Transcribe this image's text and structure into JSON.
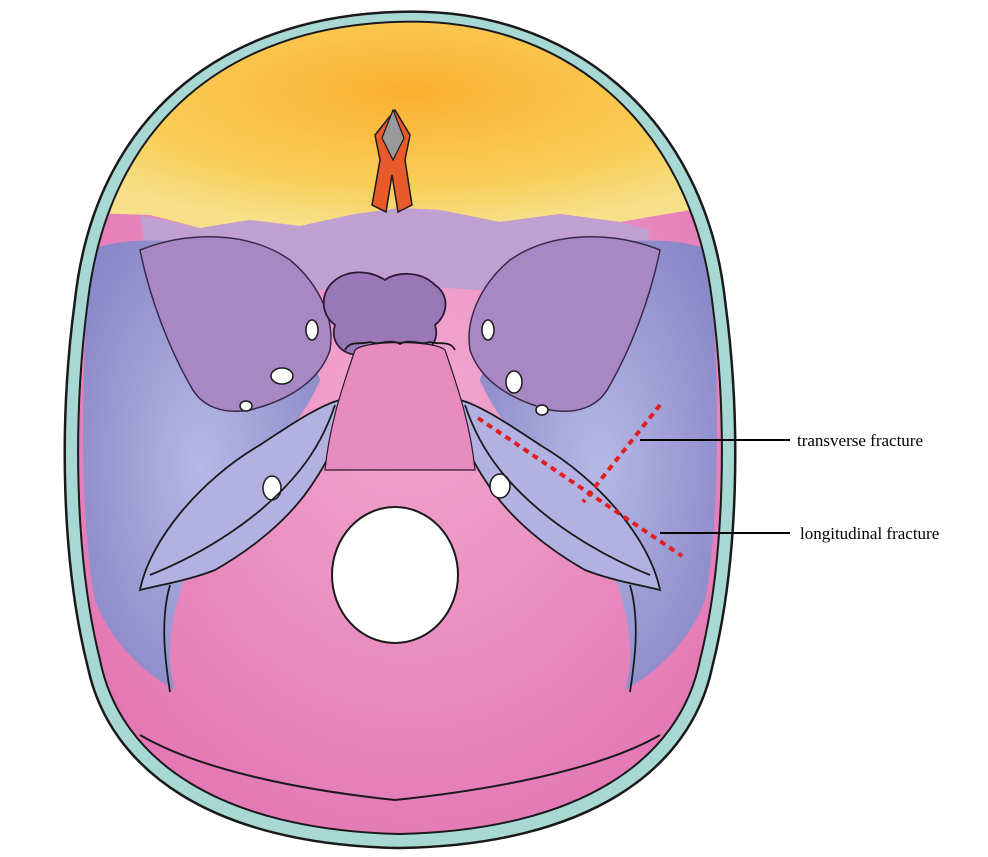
{
  "labels": {
    "transverse": "transverse fracture",
    "longitudinal": "longitudinal fracture"
  },
  "colors": {
    "frontal_bone": "#f9cf5a",
    "outer_table": "#a8d8d4",
    "middle_fossa": "#9a98d2",
    "sphenoid": "#a888c4",
    "occipital": "#e88cc0",
    "fracture_line": "#e02020",
    "leader_line": "#000000",
    "crista_galli": "#e85a2a"
  },
  "icons": [
    "skull-base-illustration"
  ]
}
